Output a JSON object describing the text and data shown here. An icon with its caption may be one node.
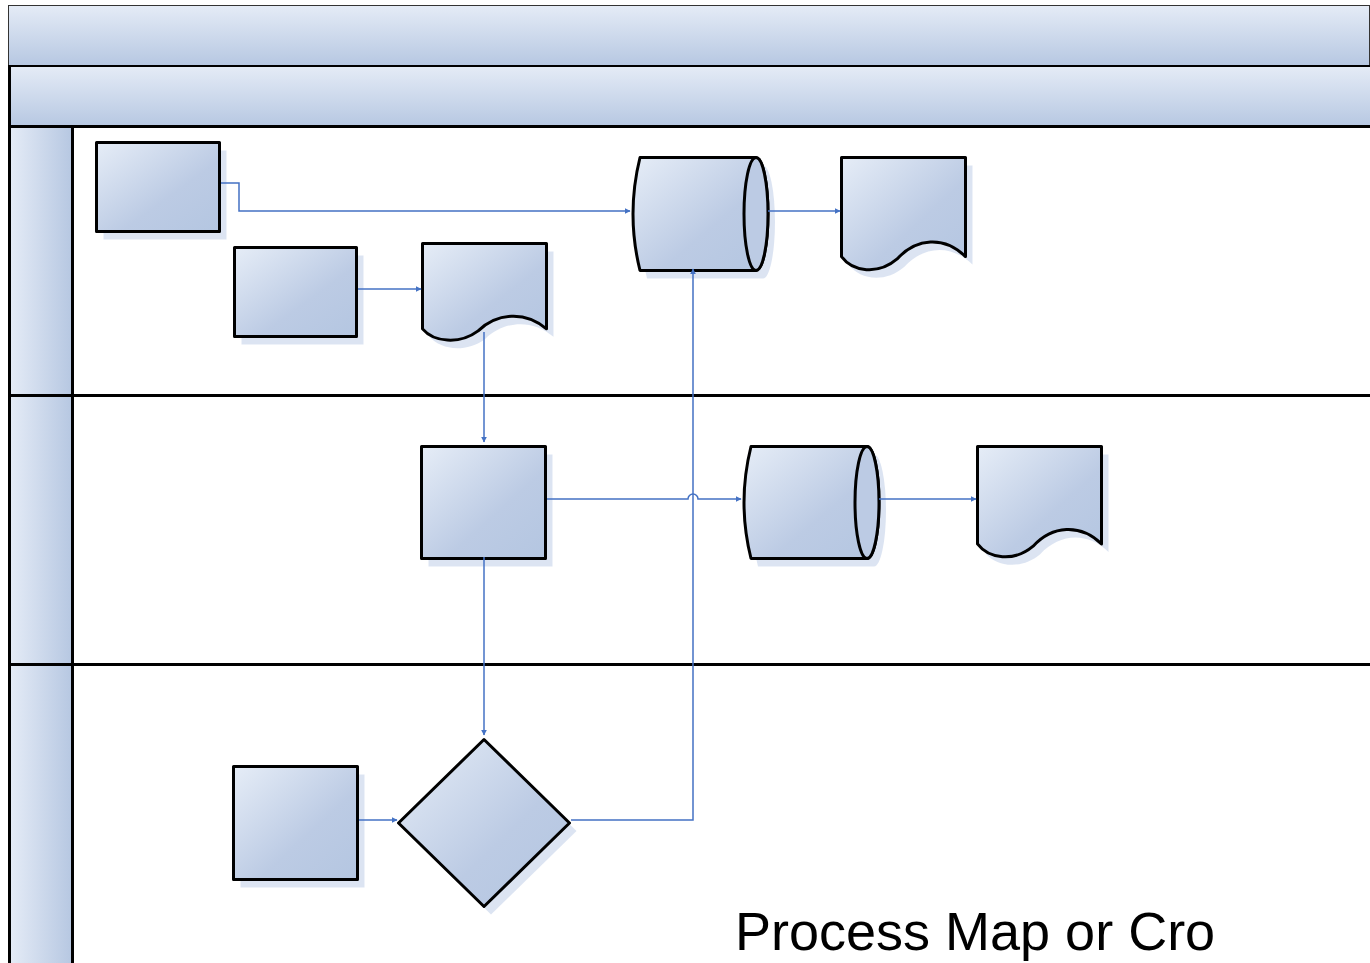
{
  "diagram": {
    "title": "Process Map or Cro",
    "nodes": [
      {
        "text": [],
        "shape": "bar"
      },
      {
        "text": [],
        "shape": "bar"
      },
      {
        "text": [],
        "shape": "band"
      },
      {
        "text": [],
        "shape": "box",
        "in": 2
      },
      {
        "text": [],
        "shape": "box",
        "in": 2
      },
      {
        "text": [],
        "shape": "document",
        "in": 2
      },
      {
        "text": [],
        "shape": "cylinder",
        "in": 2
      },
      {
        "text": [],
        "shape": "document",
        "in": 2
      },
      {
        "text": [],
        "shape": "band"
      },
      {
        "text": [],
        "shape": "box",
        "in": 8
      },
      {
        "text": [],
        "shape": "cylinder",
        "in": 8
      },
      {
        "text": [],
        "shape": "document",
        "in": 8
      },
      {
        "text": [],
        "shape": "band"
      },
      {
        "text": [],
        "shape": "box",
        "in": 12
      },
      {
        "text": [],
        "shape": "diamond",
        "in": 12
      }
    ],
    "edges": [
      {
        "from": 3,
        "to": 6,
        "arrow": "to"
      },
      {
        "from": 4,
        "to": 5,
        "arrow": "to"
      },
      {
        "from": 6,
        "to": 7,
        "arrow": "to"
      },
      {
        "from": 5,
        "to": 9,
        "arrow": "to"
      },
      {
        "from": 9,
        "to": 10,
        "arrow": "to"
      },
      {
        "from": 10,
        "to": 11,
        "arrow": "to"
      },
      {
        "from": 9,
        "to": 14,
        "arrow": "to"
      },
      {
        "from": 13,
        "to": 14,
        "arrow": "to"
      },
      {
        "from": 14,
        "to": 6,
        "arrow": "to"
      }
    ]
  }
}
